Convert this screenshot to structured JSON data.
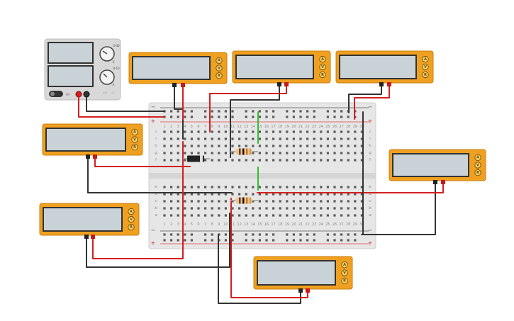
{
  "power_supply": {
    "knob_labels": [
      "0-30",
      "V",
      "0-10",
      "A",
      "AM",
      "CC"
    ],
    "switch_label": "on",
    "rail_marks": {
      "minus": "−",
      "plus": "+"
    },
    "panel_color": "#d8d8d8"
  },
  "multimeter": {
    "buttons": [
      "A",
      "V",
      "R"
    ],
    "body_color": "#f0a020",
    "screen_color": "#c9d2d6"
  },
  "breadboard": {
    "row_letters_top": [
      "j",
      "i",
      "h",
      "g",
      "f"
    ],
    "row_letters_bottom": [
      "e",
      "d",
      "c",
      "b",
      "a"
    ],
    "columns": [
      "1",
      "2",
      "3",
      "4",
      "5",
      "6",
      "7",
      "8",
      "9",
      "10",
      "11",
      "12",
      "13",
      "14",
      "15",
      "16",
      "17",
      "18",
      "19",
      "20",
      "21",
      "22",
      "23",
      "24",
      "25",
      "26",
      "27",
      "28",
      "29",
      "30"
    ],
    "rail_labels": {
      "minus": "−",
      "plus": "+"
    }
  },
  "colors": {
    "wire_red": "#d42020",
    "wire_black": "#333333",
    "wire_green": "#30c030",
    "rail_red": "#e04040",
    "rail_blue": "#444444"
  }
}
